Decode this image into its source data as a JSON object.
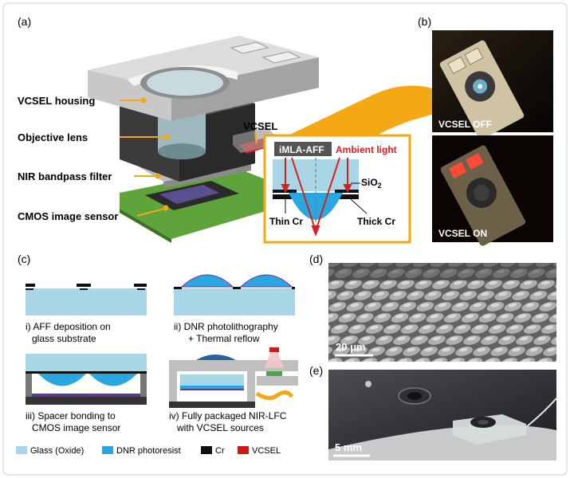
{
  "panels": {
    "a": "(a)",
    "b": "(b)",
    "c": "(c)",
    "d": "(d)",
    "e": "(e)"
  },
  "panel_a": {
    "labels": {
      "housing": "VCSEL housing",
      "lens": "Objective lens",
      "filter": "NIR bandpass filter",
      "sensor": "CMOS image sensor",
      "vcsel": "VCSEL"
    },
    "inset": {
      "title": "iMLA-AFF",
      "ambient": "Ambient light",
      "sio2": "SiO",
      "sio2_sub": "2",
      "thin": "Thin Cr",
      "thick": "Thick Cr"
    }
  },
  "panel_b": {
    "off": "VCSEL OFF",
    "on": "VCSEL ON"
  },
  "panel_c": {
    "step1": [
      "i) AFF deposition on",
      "glass substrate"
    ],
    "step2": [
      "ii) DNR photolithography",
      "+ Thermal reflow"
    ],
    "step3": [
      "iii) Spacer bonding to",
      "CMOS image sensor"
    ],
    "step4": [
      "iv) Fully packaged NIR-LFC",
      "with VCSEL sources"
    ],
    "legend": [
      {
        "label": "Glass (Oxide)",
        "color": "#a8d6e6"
      },
      {
        "label": "DNR photoresist",
        "color": "#2aa7e0"
      },
      {
        "label": "Cr",
        "color": "#111111"
      },
      {
        "label": "VCSEL",
        "color": "#d01818"
      }
    ]
  },
  "panel_d": {
    "scale": "20 μm"
  },
  "panel_e": {
    "scale": "5 mm"
  },
  "colors": {
    "accent": "#f5b21a",
    "ambient": "#e01b1b"
  }
}
